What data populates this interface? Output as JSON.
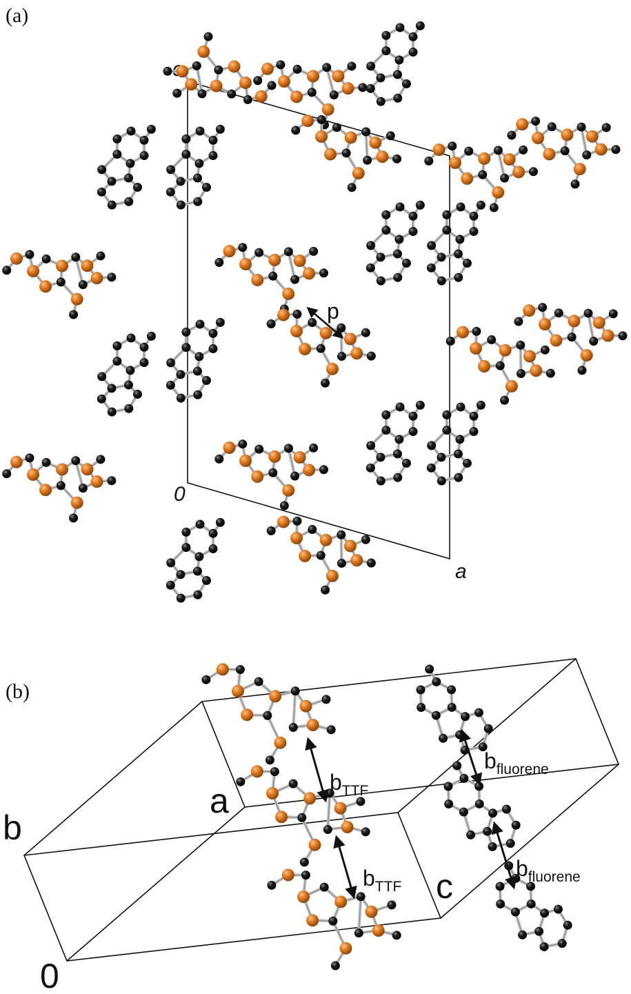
{
  "panels": {
    "a": {
      "label": "(a)",
      "axes": {
        "c": "c",
        "a": "a",
        "origin": "0"
      },
      "annotation": "p"
    },
    "b": {
      "label": "(b)",
      "axes": {
        "b": "b",
        "a": "a",
        "c": "c",
        "origin": "0"
      },
      "annotations": {
        "ttf_main": "b",
        "ttf_sub": "TTF",
        "fluorene_main": "b",
        "fluorene_sub": "fluorene"
      }
    }
  },
  "colors": {
    "sulfur": "#e07b22",
    "sulfur_highlight": "#f6b77a",
    "carbon": "#1a1a1a",
    "carbon_highlight": "#7a7a7a",
    "bond": "#bdbdbd"
  }
}
